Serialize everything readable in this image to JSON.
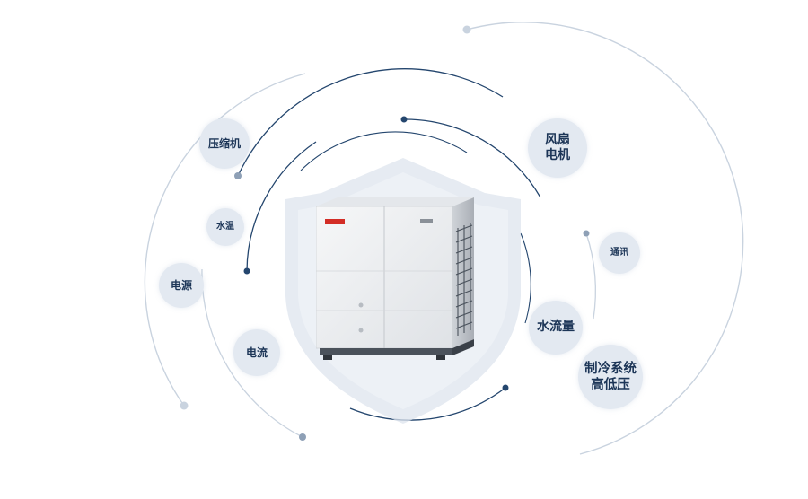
{
  "colors": {
    "background": "#ffffff",
    "bubble_fill": "#e3e9f1",
    "bubble_text": "#1c3557",
    "ring_dark": "#24466e",
    "ring_light": "#c9d3df",
    "shield": "#d6deea",
    "shield_inner": "#eef2f7",
    "brand_red": "#d32d26"
  },
  "unit": {
    "icon": "outdoor-ac-unit-illustration"
  },
  "labels": {
    "compressor": [
      "压缩机"
    ],
    "water_temp": [
      "水温"
    ],
    "power": [
      "电源"
    ],
    "current": [
      "电流"
    ],
    "fan_motor": [
      "风扇",
      "电机"
    ],
    "communication": [
      "通讯"
    ],
    "water_flow": [
      "水流量"
    ],
    "refrigerant_pressure": [
      "制冷系统",
      "高低压"
    ]
  }
}
